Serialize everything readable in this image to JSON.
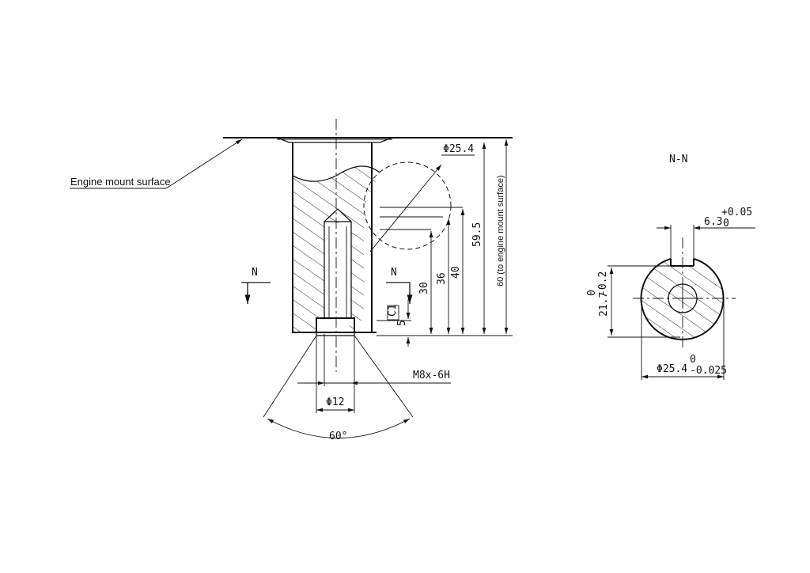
{
  "labels": {
    "engine_mount": "Engine mount surface",
    "section_title": "N-N",
    "section_mark_left": "N",
    "section_mark_right": "N",
    "dia_25_4": "Φ25.4",
    "dim_59_5": "59.5",
    "dim_60": "60 (to engine mount surface)",
    "dim_40": "40",
    "dim_36": "36",
    "dim_30": "30",
    "chamfer": "C1",
    "dim_5": "5",
    "thread": "M8x-6H",
    "dia_12": "Φ12",
    "angle": "60°",
    "key_width": "6.3",
    "key_tol_upper": "+0.05",
    "key_tol_lower": "0",
    "flat_dim": "21.7",
    "flat_tol_upper": "0",
    "flat_tol_lower": "-0.2",
    "shaft_dia": "Φ25.4",
    "shaft_tol_upper": "0",
    "shaft_tol_lower": "-0.025"
  }
}
